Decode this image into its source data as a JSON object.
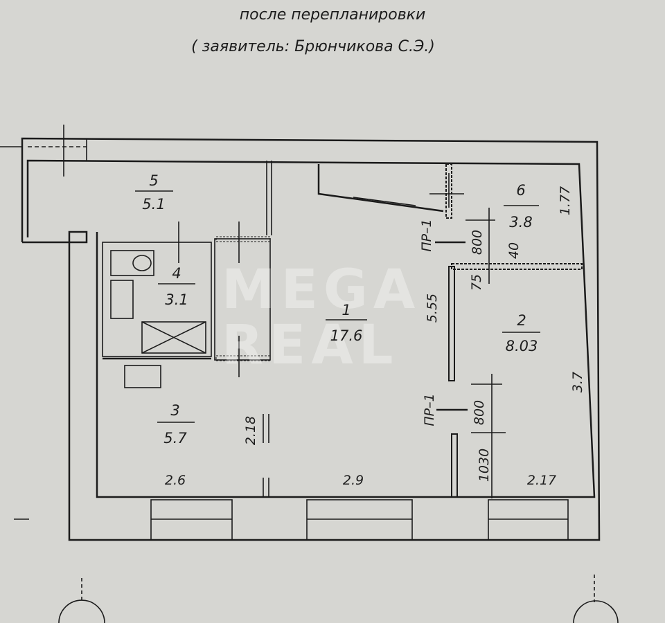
{
  "header": {
    "title": "после перепланировки",
    "subtitle": "( заявитель: Брюнчикова С.Э.)"
  },
  "rooms": [
    {
      "number": "5",
      "area": "5.1"
    },
    {
      "number": "4",
      "area": "3.1"
    },
    {
      "number": "1",
      "area": "17.6"
    },
    {
      "number": "6",
      "area": "3.8"
    },
    {
      "number": "2",
      "area": "8.03"
    },
    {
      "number": "3",
      "area": "5.7"
    }
  ],
  "dimensions": {
    "room6_height": "1.77",
    "room1_height": "5.55",
    "room2_height": "3.7",
    "room3_height": "2.18",
    "width_left": "2.6",
    "width_mid": "2.9",
    "width_right": "2.17",
    "opening_top": "800",
    "opening_bottom": "800",
    "wall_40": "40",
    "wall_75": "75",
    "offset_1030": "1030"
  },
  "openings": {
    "top": "ПР–1",
    "bottom": "ПР–1"
  },
  "watermark": {
    "line1": "MEGA",
    "line2": "REAL"
  },
  "colors": {
    "paper": "#d6d6d2",
    "ink": "#1b1b1b"
  }
}
